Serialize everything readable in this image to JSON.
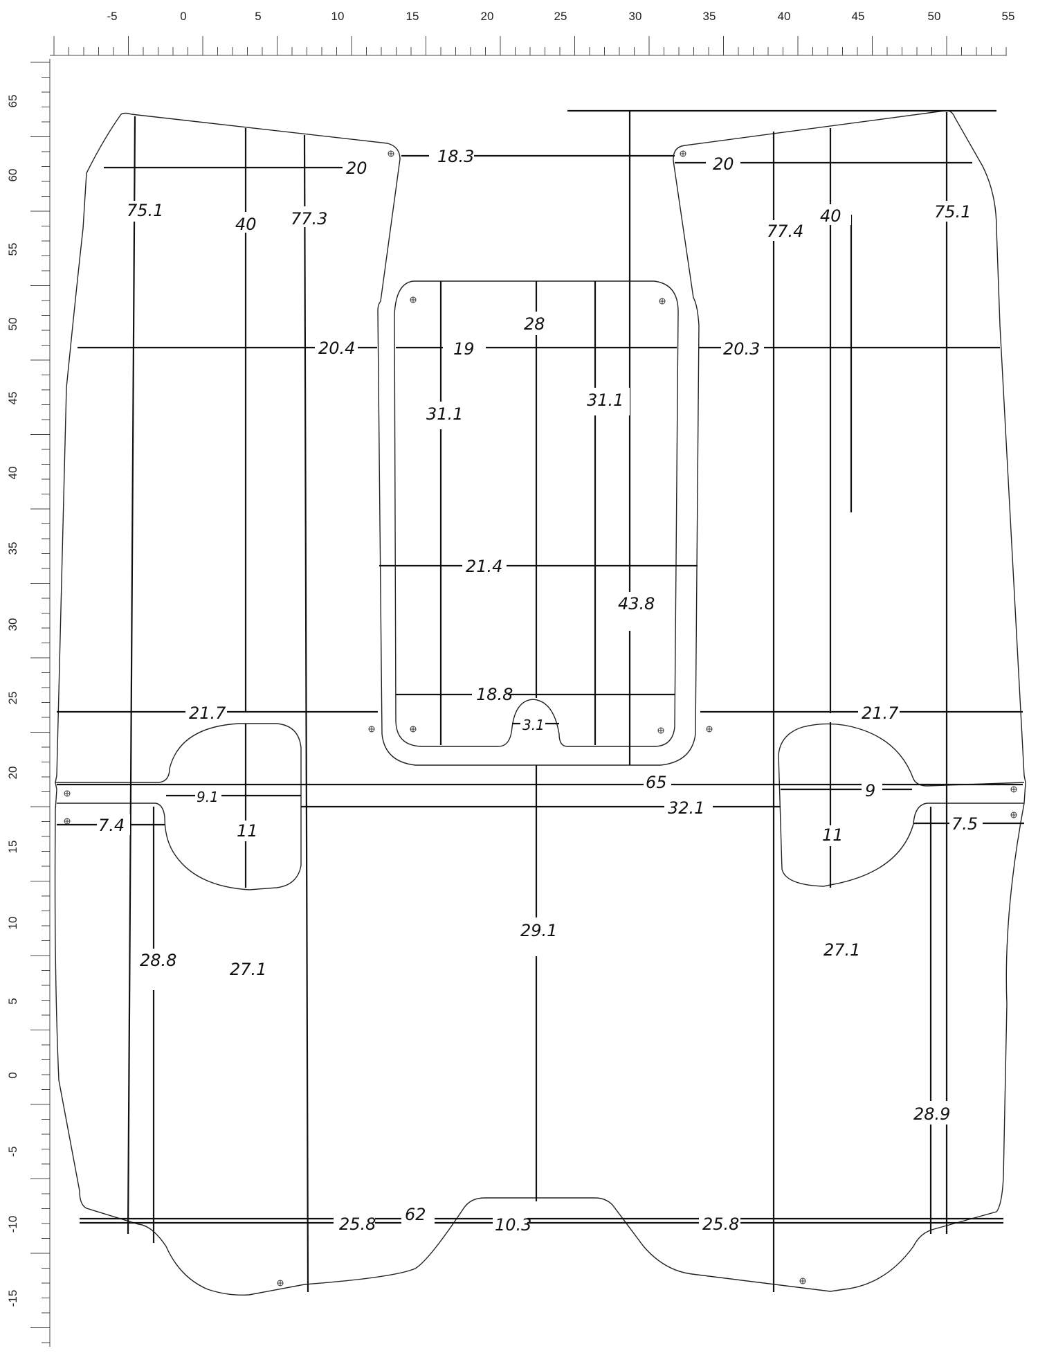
{
  "rulers": {
    "top_labels": [
      "-5",
      "0",
      "5",
      "10",
      "15",
      "20",
      "25",
      "30",
      "35",
      "40",
      "45",
      "50",
      "55"
    ],
    "left_labels": [
      "65",
      "60",
      "55",
      "50",
      "45",
      "40",
      "35",
      "30",
      "25",
      "20",
      "15",
      "10",
      "5",
      "0",
      "-5",
      "-10",
      "-15"
    ]
  },
  "dimensions": {
    "left_top_width": "20",
    "left_outer_height": "75.1",
    "left_mid_height": "40",
    "left_inner_height": "77.3",
    "top_gap": "18.3",
    "right_top_width": "20",
    "right_inner_height": "77.4",
    "right_mid_height": "40",
    "right_outer_height": "75.1",
    "window_height": "28",
    "window_width": "19",
    "left_upper_width": "20.4",
    "right_upper_width": "20.3",
    "window_left_side": "31.1",
    "window_right_side": "31.1",
    "tunnel_width": "21.4",
    "center_height": "43.8",
    "window_bottom_width": "18.8",
    "notch_width": "3.1",
    "left_mid_width": "21.7",
    "right_mid_width": "21.7",
    "full_width": "65",
    "left_arch_width": "9.1",
    "right_arch_width": "9",
    "arch_span": "32.1",
    "left_tab": "7.4",
    "right_tab": "7.5",
    "left_arch_height": "11",
    "right_arch_height": "11",
    "center_lower_height": "29.1",
    "left_lower_outer": "28.8",
    "left_lower_mid": "27.1",
    "right_lower_mid": "27.1",
    "right_lower_outer": "28.9",
    "bottom_total": "62",
    "bottom_left": "25.8",
    "bottom_center": "10.3",
    "bottom_right": "25.8"
  }
}
